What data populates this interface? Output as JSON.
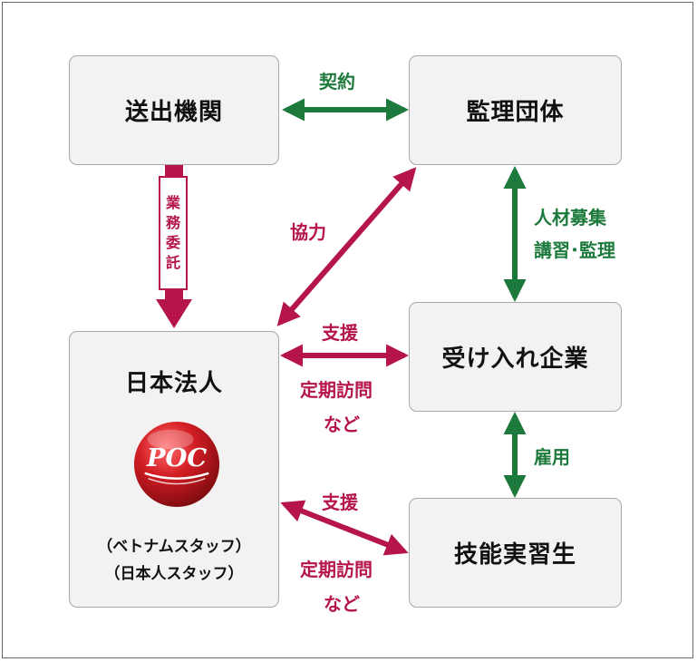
{
  "nodes": {
    "sending": "送出機関",
    "supervise": "監理団体",
    "corporation": "日本法人",
    "accepting": "受け入れ企業",
    "trainee": "技能実習生"
  },
  "logo_text": "POC",
  "staff": {
    "vietnam": "（ベトナムスタッフ）",
    "japan": "（日本人スタッフ）"
  },
  "labels": {
    "contract": "契約",
    "entrust": [
      "業",
      "務",
      "委",
      "託"
    ],
    "cooperation": "協力",
    "recruit_line1": "人材募集",
    "recruit_line2": "講習･監理",
    "support_top": "支援",
    "visit_top_line1": "定期訪問",
    "visit_top_line2": "など",
    "employment": "雇用",
    "support_bottom": "支援",
    "visit_bottom_line1": "定期訪問",
    "visit_bottom_line2": "など"
  },
  "colors": {
    "green": "#1e7a3c",
    "crimson": "#b5154b",
    "box_fill": "#f2f2f2",
    "box_border": "#a9a9a9"
  }
}
